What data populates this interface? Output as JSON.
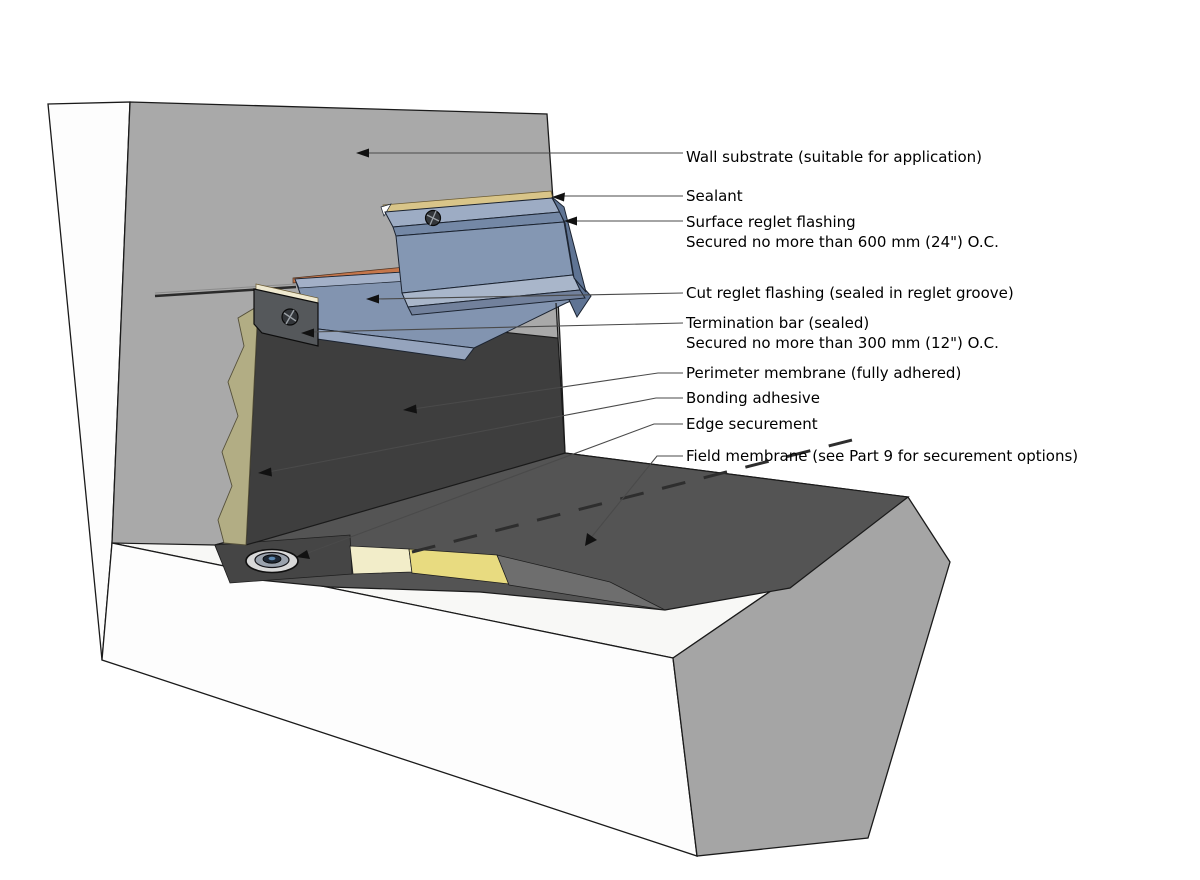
{
  "diagram": {
    "labels": [
      {
        "text": "Wall substrate (suitable for application)"
      },
      {
        "text": "Sealant"
      },
      {
        "text": "Surface reglet flashing",
        "sub": "Secured no more than 600 mm (24\") O.C."
      },
      {
        "text": "Cut reglet flashing (sealed in reglet groove)"
      },
      {
        "text": "Termination bar (sealed)",
        "sub": "Secured no more than 300 mm (12\") O.C."
      },
      {
        "text": "Perimeter membrane (fully adhered)"
      },
      {
        "text": "Bonding adhesive"
      },
      {
        "text": "Edge securement"
      },
      {
        "text": "Field membrane (see Part 9 for securement options)"
      }
    ],
    "colors": {
      "wall_gray": "#a9a9a9",
      "deck_side_gray": "#a5a5a5",
      "deck_white": "#fdfdfd",
      "deck_top_bare": "#f8f8f6",
      "membrane_dark": "#3e3e3e",
      "field_membrane": "#545454",
      "membrane_lap": "#454545",
      "corner_gray_patch": "#6e6e6e",
      "adhesive_khaki": "#b2ad84",
      "cream_adhesive": "#f2edc9",
      "yellow_adhesive": "#e8db80",
      "sealant_tan": "#d9c589",
      "copper_sealant": "#c5764b",
      "flashing_blue": "#8294b0",
      "flashing_blue_light": "#9dacc4",
      "flashing_blue_dark": "#5f7494",
      "termination_bar": "#55585b",
      "line_color": "#1a1a1a"
    }
  }
}
